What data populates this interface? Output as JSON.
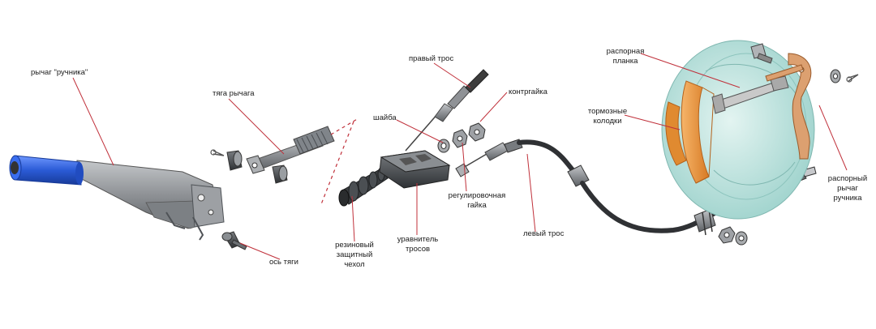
{
  "labels": {
    "lever": "рычаг \"ручника\"",
    "lever_rod": "тяга рычага",
    "rod_axle": "ось тяги",
    "boot_1": "резиновый",
    "boot_2": "защитный",
    "boot_3": "чехол",
    "equalizer_1": "уравнитель",
    "equalizer_2": "тросов",
    "washer": "шайба",
    "right_cable": "правый трос",
    "locknut": "контргайка",
    "adjust_nut_1": "регулировочная",
    "adjust_nut_2": "гайка",
    "left_cable": "левый трос",
    "spacer_bar_1": "распорная",
    "spacer_bar_2": "планка",
    "shoes_1": "тормозные",
    "shoes_2": "колодки",
    "spreader_1": "распорный",
    "spreader_2": "рычаг",
    "spreader_3": "ручника"
  },
  "colors": {
    "leader_line": "#c0303a",
    "metal": "#8f9296",
    "metal_dark": "#4f5357",
    "grip": "#2b5bd6",
    "drum": "#bfe3df",
    "shoe": "#e8903a",
    "copper": "#d89a6a",
    "cable": "#3d3d3d"
  }
}
